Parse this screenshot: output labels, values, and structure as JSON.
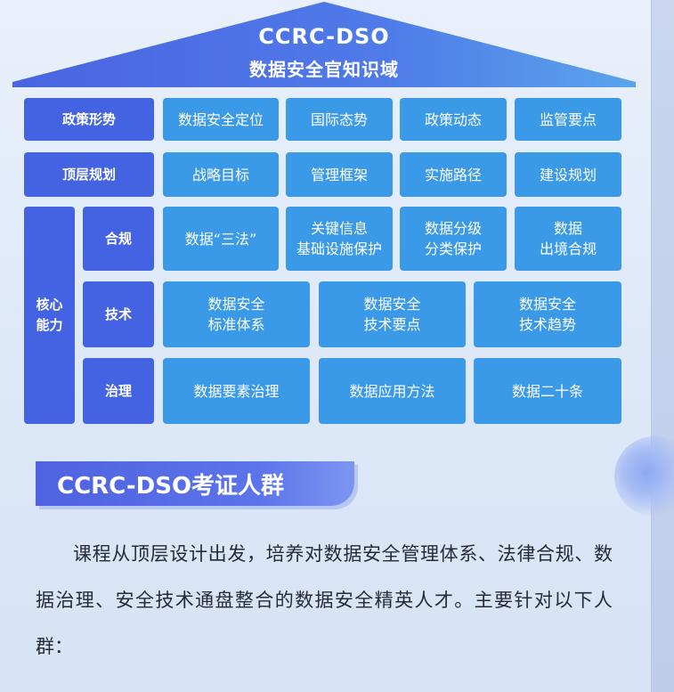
{
  "header": {
    "title_line1": "CCRC-DSO",
    "title_line2": "数据安全官知识域"
  },
  "rows": {
    "policy": {
      "label": "政策形势",
      "items": [
        "数据安全定位",
        "国际态势",
        "政策动态",
        "监管要点"
      ]
    },
    "top": {
      "label": "顶层规划",
      "items": [
        "战略目标",
        "管理框架",
        "实施路径",
        "建设规划"
      ]
    },
    "core": {
      "label": "核心\n能力",
      "compliance": {
        "label": "合规",
        "items": [
          "数据“三法”",
          "关键信息\n基础设施保护",
          "数据分级\n分类保护",
          "数据\n出境合规"
        ]
      },
      "technology": {
        "label": "技术",
        "items": [
          "数据安全\n标准体系",
          "数据安全\n技术要点",
          "数据安全\n技术趋势"
        ]
      },
      "governance": {
        "label": "治理",
        "items": [
          "数据要素治理",
          "数据应用方法",
          "数据二十条"
        ]
      }
    }
  },
  "section": {
    "badge": "CCRC-DSO考证人群",
    "paragraph": "课程从顶层设计出发，培养对数据安全管理体系、法律合规、数据治理、安全技术通盘整合的数据安全精英人才。主要针对以下人群："
  },
  "colors": {
    "roof": "#4d74e6",
    "label_bg": "#4463e3",
    "item_bg": "#3b9ae8",
    "badge_bg": "#5568e4",
    "text": "#252a36"
  }
}
